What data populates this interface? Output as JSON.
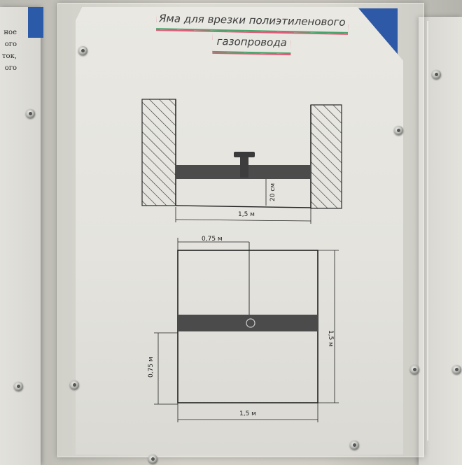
{
  "poster": {
    "title_line1": "Яма для врезки полиэтиленового",
    "title_line2": "газопровода"
  },
  "side_note": {
    "fragments": [
      "ное",
      "ого",
      "ток,",
      "ого"
    ]
  },
  "section_view": {
    "depth_label": "20 см",
    "width_label": "1,5 м"
  },
  "plan_view": {
    "top_offset_label": "0,75 м",
    "left_offset_label": "0,75 м",
    "height_label": "1,5 м",
    "width_label": "1,5 м"
  },
  "colors": {
    "pipe": "#4b4b4b",
    "paper": "#e6e5df",
    "frame_corner": "#2d59a6",
    "underline_green": "#4aa56a",
    "underline_pink": "#e25b7a"
  }
}
